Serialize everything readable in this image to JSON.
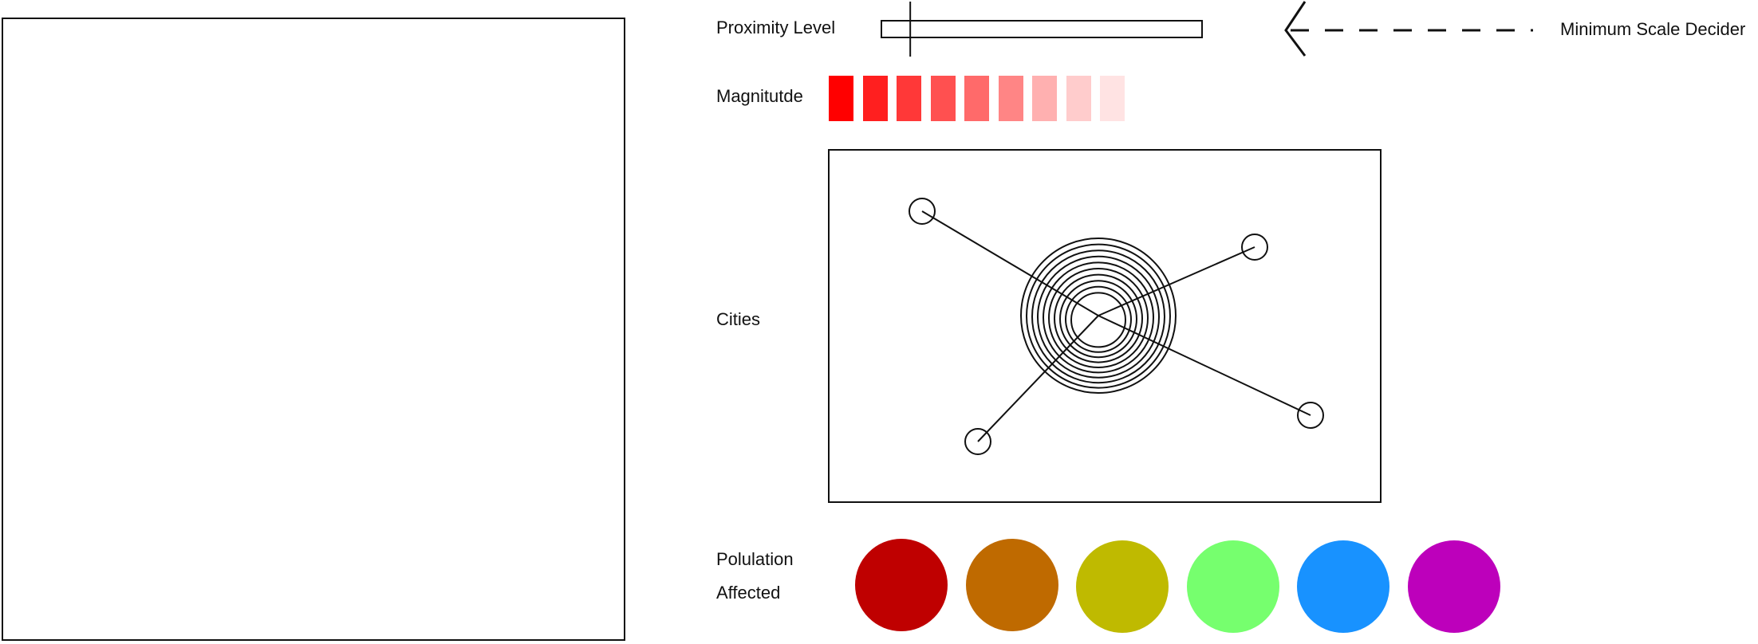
{
  "labels": {
    "proximity_level": "Proximity Level",
    "minimum_scale_decider": "Minimum Scale Decider",
    "magnitude": "Magnitutde",
    "cities": "Cities",
    "population_line1": "Polulation",
    "population_line2": "Affected"
  },
  "proximity_slider": {
    "level": 0.09
  },
  "magnitude_scale": {
    "colors": [
      "#ff0000",
      "#ff1f1f",
      "#ff3838",
      "#ff5050",
      "#ff6a6a",
      "#ff8585",
      "#ffb0b0",
      "#ffcccc",
      "#ffe3e3"
    ]
  },
  "cities_diagram": {
    "ring_count": 10,
    "city_count": 4
  },
  "population_scale": {
    "colors": [
      "#bf0000",
      "#bf6a00",
      "#bfba00",
      "#76ff6e",
      "#1892ff",
      "#bd00bb"
    ]
  }
}
